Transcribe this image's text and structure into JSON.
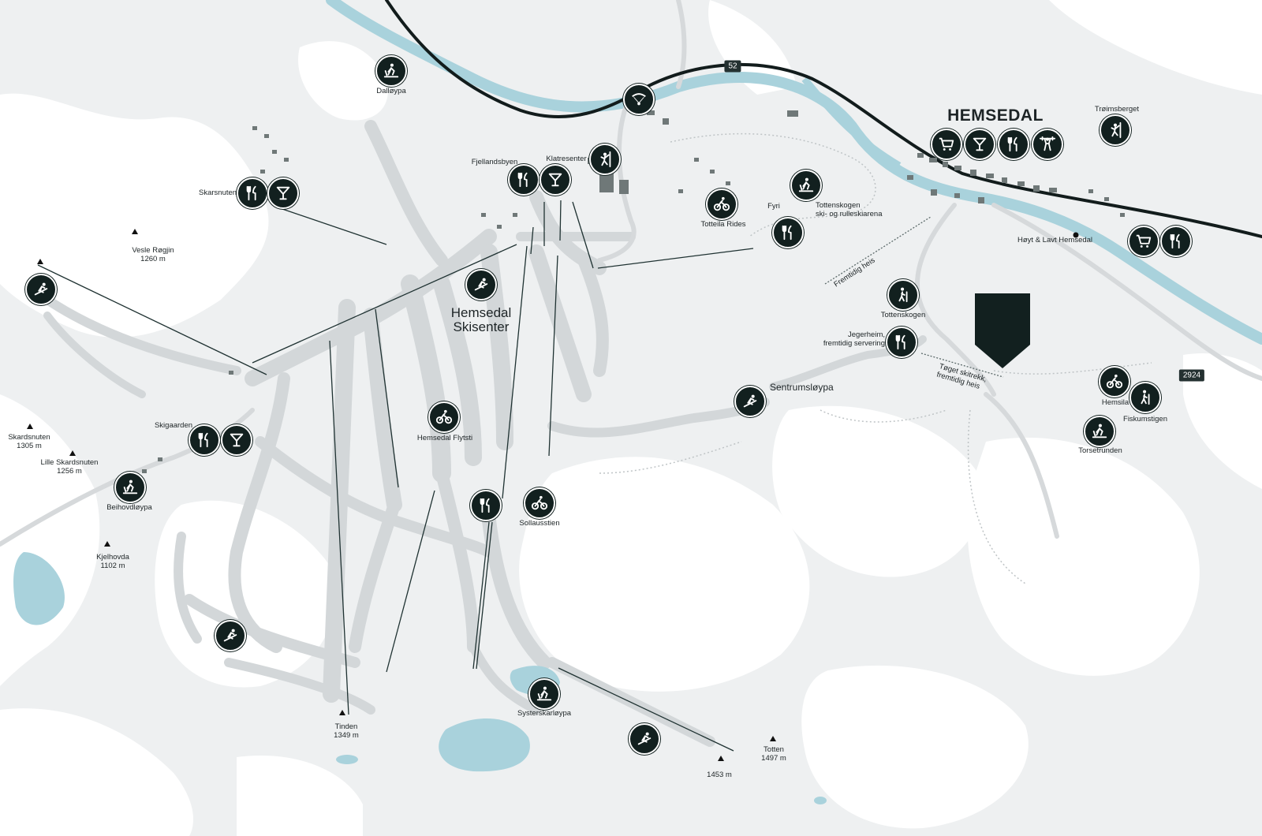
{
  "map": {
    "roads": [
      "52",
      "2924"
    ],
    "colors": {
      "land": "#eef0f1",
      "forest": "#ffffff",
      "water": "#a9d2dc",
      "piste": "#d3d7d9",
      "icon_bg": "#12201f",
      "road": "#121c1c"
    },
    "labels": {
      "town": "HEMSEDAL",
      "ski_center": [
        "Hemsedal",
        "Skisenter"
      ],
      "dalloypa": "Dalløypa",
      "fjellandsbyen": "Fjellandsbyen",
      "klatresenter": "Klatresenter",
      "skarsnuten_hotell": "Skarsnuten Hotell",
      "vesle_rogjin": [
        "Vesle Røgjin",
        "1260 m"
      ],
      "totteila_rides": "Totteila Rides",
      "fyri": "Fyri",
      "tottenskogen_arena": [
        "Tottenskogen",
        "ski- og rulleskiarena"
      ],
      "fremtidig_heis": "Fremtidig heis",
      "hoyt_lavt": "Høyt & Lavt Hemsedal",
      "troimsberget": "Trøimsberget",
      "tottenskogen": "Tottenskogen",
      "jegerheim": [
        "Jegerheim,",
        "fremtidig servering"
      ],
      "toget_skitrekk": [
        "Tøget skitrekk,",
        "fremtidig heis"
      ],
      "sentrumsloypa": "Sentrumsløypa",
      "hemsila": "Hemsila",
      "fiskumstigen": "Fiskumstigen",
      "torsetrunden": "Torsetrunden",
      "skigaarden": "Skigaarden",
      "skardsnuten": [
        "Skardsnuten",
        "1305 m"
      ],
      "lille_skardsnuten": [
        "Lille Skardsnuten",
        "1256 m"
      ],
      "hemsedal_flytsti": "Hemsedal Flytsti",
      "beihovdloypa": "Beihovdløypa",
      "kjelhovda": [
        "Kjelhovda",
        "1102 m"
      ],
      "sollausstien": "Sollausstien",
      "tinden": [
        "Tinden",
        "1349 m"
      ],
      "systerskarloypa": "Systerskarløypa",
      "totten": [
        "Totten",
        "1497 m"
      ],
      "peak_1453": "1453 m"
    },
    "icons": {
      "ski": "downhill-ski-icon",
      "xc": "cross-country-ski-icon",
      "bike": "mountain-bike-icon",
      "hike": "hiking-icon",
      "food": "fork-knife-icon",
      "bar": "cocktail-icon",
      "shop": "shopping-cart-icon",
      "gym": "weightlifting-icon",
      "climb": "climbing-icon",
      "kite": "paragliding-icon"
    }
  }
}
